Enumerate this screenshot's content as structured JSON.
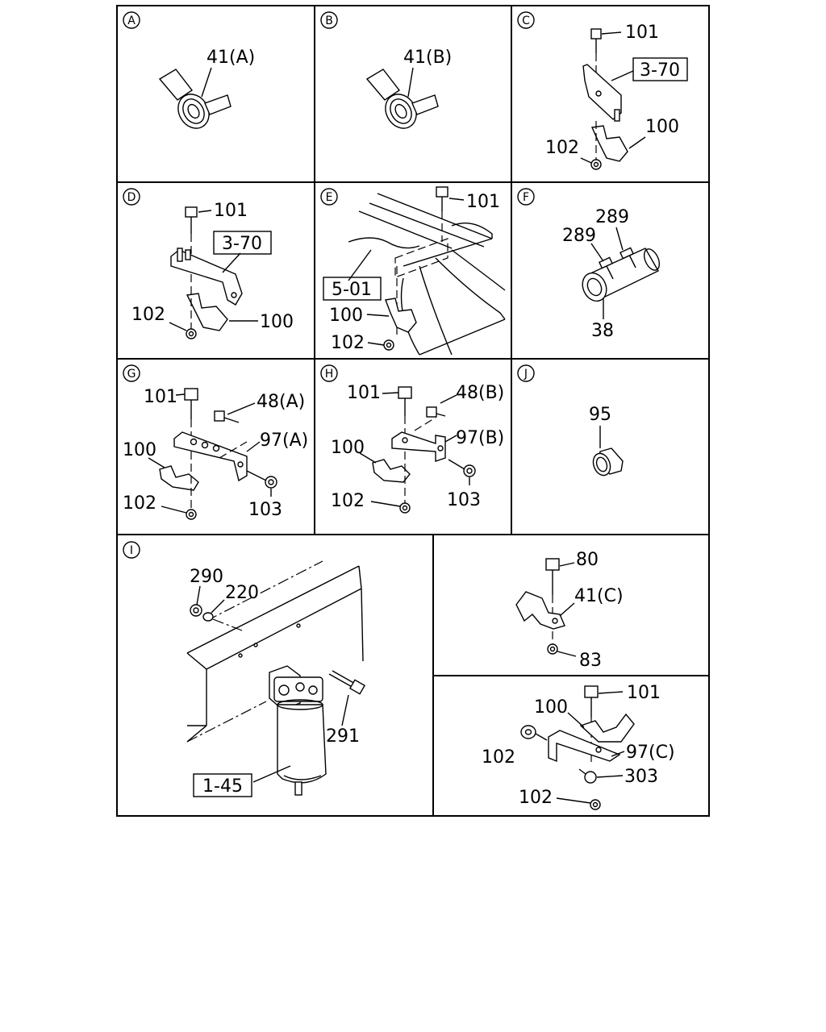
{
  "panels": {
    "A": {
      "marker": "A",
      "labels": {
        "clip": "41(A)"
      }
    },
    "B": {
      "marker": "B",
      "labels": {
        "clip": "41(B)"
      }
    },
    "C": {
      "marker": "C",
      "labels": {
        "bolt": "101",
        "ref": "3-70",
        "clamp": "100",
        "nut": "102"
      }
    },
    "D": {
      "marker": "D",
      "labels": {
        "bolt": "101",
        "ref": "3-70",
        "nut": "102",
        "clamp": "100"
      }
    },
    "E": {
      "marker": "E",
      "labels": {
        "bolt": "101",
        "ref": "5-01",
        "clamp": "100",
        "nut": "102"
      }
    },
    "F": {
      "marker": "F",
      "labels": {
        "clip_top": "289",
        "clip_left": "289",
        "hose": "38"
      }
    },
    "G": {
      "marker": "G",
      "labels": {
        "bolt": "101",
        "bolt_small": "48(A)",
        "clamp": "100",
        "bracket": "97(A)",
        "nut": "102",
        "nut_right": "103"
      }
    },
    "H": {
      "marker": "H",
      "labels": {
        "bolt": "101",
        "bolt_small": "48(B)",
        "clamp": "100",
        "bracket": "97(B)",
        "nut": "102",
        "nut_right": "103"
      }
    },
    "J": {
      "marker": "J",
      "labels": {
        "ring": "95"
      }
    },
    "I": {
      "marker": "I",
      "labels": {
        "nut": "290",
        "washer": "220",
        "bolt": "291",
        "ref": "1-45"
      }
    },
    "K": {
      "labels": {
        "bolt": "80",
        "clip": "41(C)",
        "nut": "83"
      }
    },
    "L": {
      "labels": {
        "bolt": "101",
        "clamp": "100",
        "washer": "102",
        "bracket": "97(C)",
        "bolt_side": "303",
        "nut": "102"
      }
    }
  }
}
